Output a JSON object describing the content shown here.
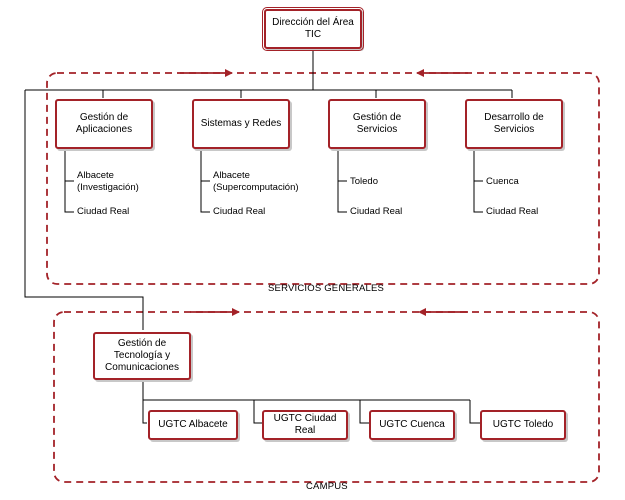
{
  "top": {
    "label": "Dirección del Área TIC"
  },
  "departments": [
    {
      "label": "Gestión de Aplicaciones",
      "subs": [
        "Albacete (Investigación)",
        "Ciudad Real"
      ]
    },
    {
      "label": "Sistemas y Redes",
      "subs": [
        "Albacete (Supercomputación)",
        "Ciudad Real"
      ]
    },
    {
      "label": "Gestión de Servicios",
      "subs": [
        "Toledo",
        "Ciudad Real"
      ]
    },
    {
      "label": "Desarrollo de Servicios",
      "subs": [
        "Cuenca",
        "Ciudad Real"
      ]
    }
  ],
  "groups": {
    "servicios": "SERVICIOS GENERALES",
    "campus": "CAMPUS"
  },
  "campus_head": {
    "label": "Gestión de Tecnología y Comunicaciones"
  },
  "campus_units": [
    "UGTC Albacete",
    "UGTC Ciudad Real",
    "UGTC Cuenca",
    "UGTC Toledo"
  ],
  "colors": {
    "accent": "#a32228",
    "line": "#000000"
  }
}
